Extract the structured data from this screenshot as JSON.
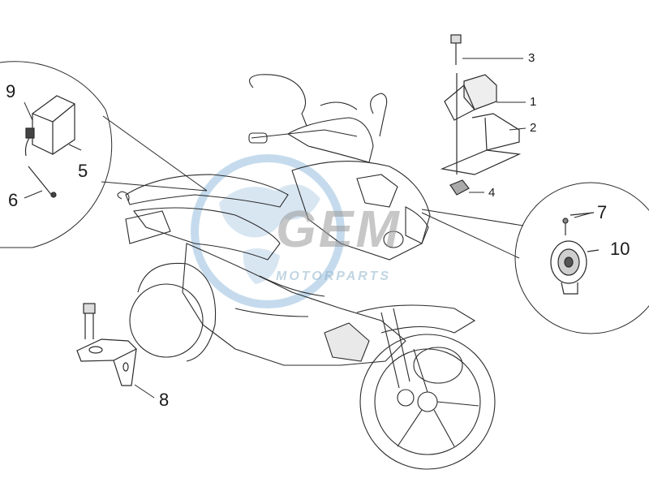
{
  "callouts": {
    "c1": "1",
    "c2": "2",
    "c3": "3",
    "c4": "4",
    "c5": "5",
    "c6": "6",
    "c7": "7",
    "c8": "8",
    "c9": "9",
    "c10": "10"
  },
  "watermark": {
    "logo_text": "GEM",
    "subtitle": "MOTORPARTS"
  },
  "colors": {
    "line": "#2b2b2b",
    "watermark_blue": "#7fb0d8",
    "watermark_gray": "#9a9a9a"
  }
}
